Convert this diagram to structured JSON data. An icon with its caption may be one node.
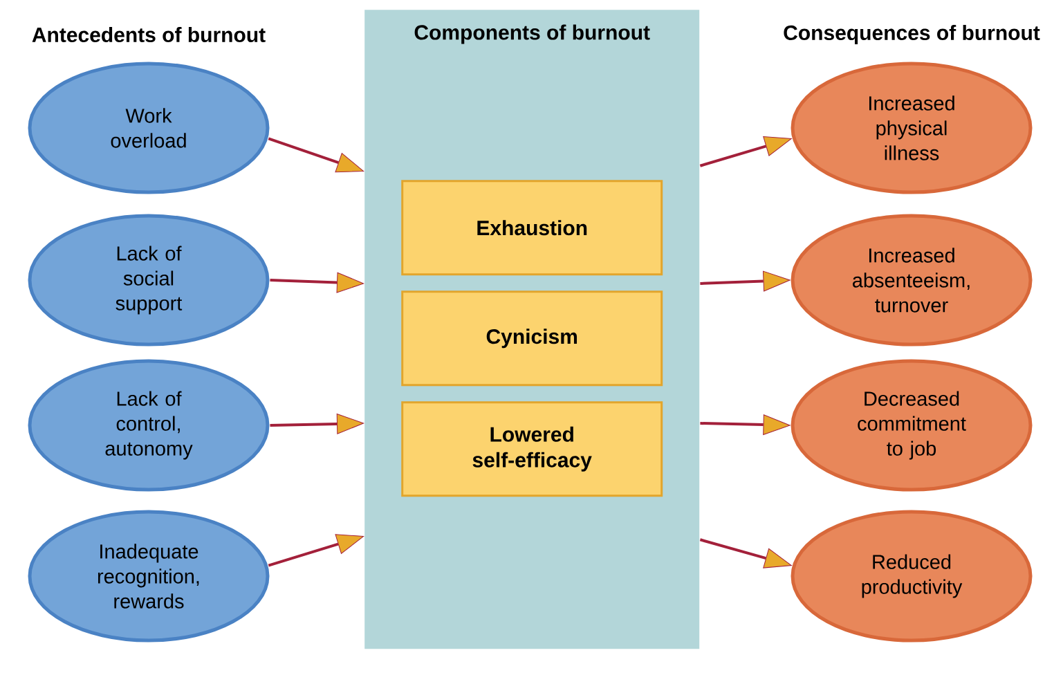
{
  "diagram": {
    "nodes": [
      {
        "text": [
          "Components of burnout"
        ]
      },
      {
        "text": [
          "Exhaustion"
        ],
        "in": 0
      },
      {
        "text": [
          "Cynicism"
        ],
        "in": 0
      },
      {
        "text": [
          "Lowered self-efficacy"
        ],
        "in": 0
      },
      {
        "text": [
          "Work overload"
        ]
      },
      {
        "text": [
          "Lack of social support"
        ]
      },
      {
        "text": [
          "Lack of control, autonomy"
        ]
      },
      {
        "text": [
          "Inadequate recognition, rewards"
        ]
      },
      {
        "text": [
          "Increased physical illness"
        ]
      },
      {
        "text": [
          "Increased absenteeism, turnover"
        ]
      },
      {
        "text": [
          "Decreased commitment to job"
        ]
      },
      {
        "text": [
          "Reduced productivity"
        ]
      }
    ],
    "edges": [
      {
        "from": 4,
        "to": 0,
        "arrow": "to"
      },
      {
        "from": 5,
        "to": 0,
        "arrow": "to"
      },
      {
        "from": 6,
        "to": 0,
        "arrow": "to"
      },
      {
        "from": 7,
        "to": 0,
        "arrow": "to"
      },
      {
        "from": 0,
        "to": 8,
        "arrow": "to"
      },
      {
        "from": 0,
        "to": 9,
        "arrow": "to"
      },
      {
        "from": 0,
        "to": 10,
        "arrow": "to"
      },
      {
        "from": 0,
        "to": 11,
        "arrow": "to"
      }
    ],
    "labels": [
      "Antecedents of burnout",
      "Consequences of burnout"
    ]
  }
}
